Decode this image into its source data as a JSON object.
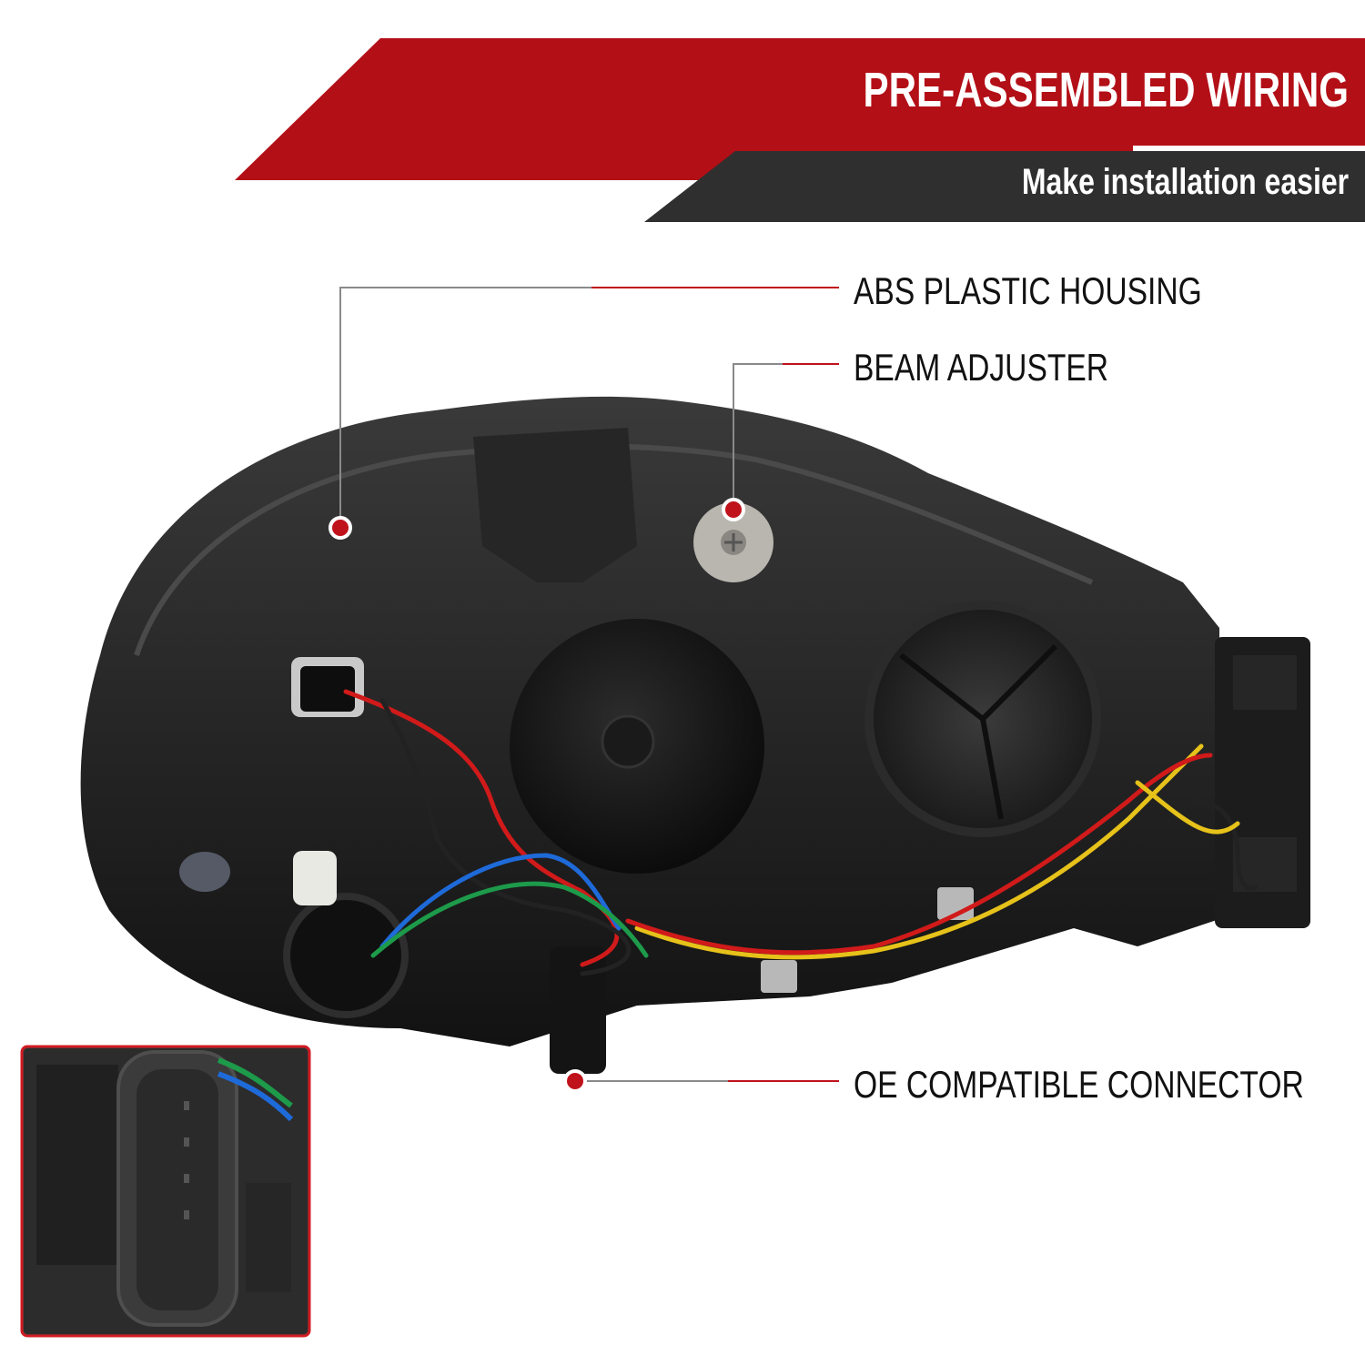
{
  "header": {
    "title": "PRE-ASSEMBLED WIRING",
    "subtitle": "Make installation easier"
  },
  "callouts": [
    {
      "label": "ABS PLASTIC HOUSING"
    },
    {
      "label": "BEAM ADJUSTER"
    },
    {
      "label": "OE COMPATIBLE CONNECTOR"
    }
  ],
  "colors": {
    "banner_red": "#b30f17",
    "banner_dark": "#2f2f2f",
    "leader_red": "#c0121b",
    "leader_gray": "#8a8a8a",
    "housing": "#1f1f1f",
    "inset_border": "#d01a22"
  }
}
